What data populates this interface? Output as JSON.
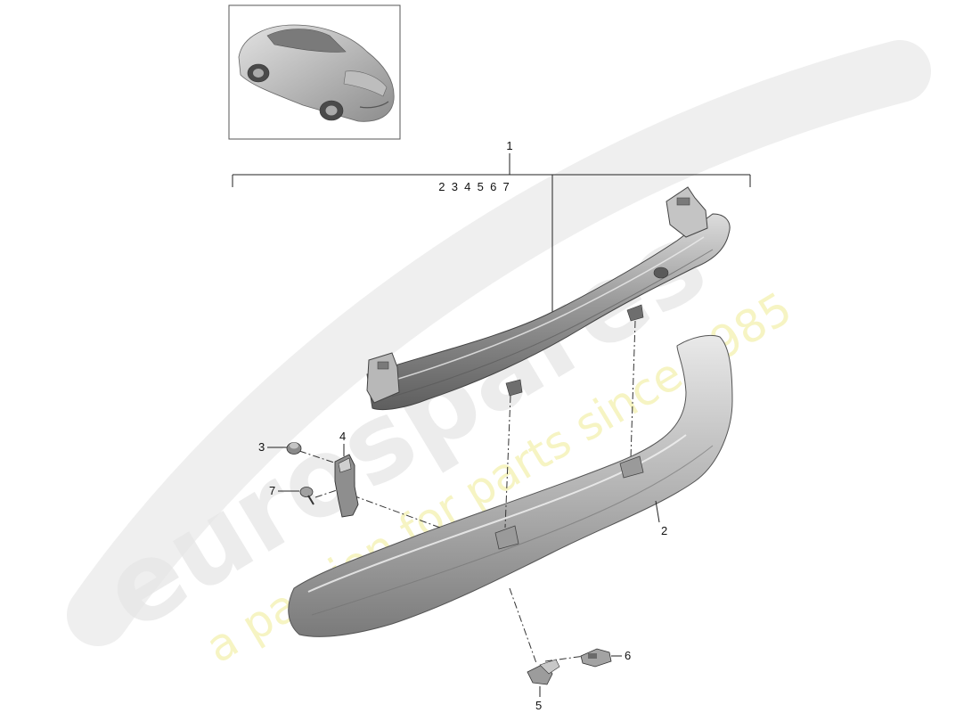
{
  "watermark": {
    "brand": "eurospares",
    "tagline": "a passion for parts since 1985",
    "brand_color": "#e6e6e6",
    "tagline_color": "#f4f2b8"
  },
  "thumbnail": {
    "description_icon": "car-rear-three-quarter-icon"
  },
  "callouts": {
    "group_label": "1",
    "group_members": "2  3  4  5  6  7",
    "item_2": "2",
    "item_3": "3",
    "item_4": "4",
    "item_5": "5",
    "item_6": "6",
    "item_7": "7"
  },
  "colors": {
    "line": "#222222",
    "part_light": "#d8d8d8",
    "part_mid": "#a9a9a9",
    "part_dark": "#6b6b6b"
  }
}
